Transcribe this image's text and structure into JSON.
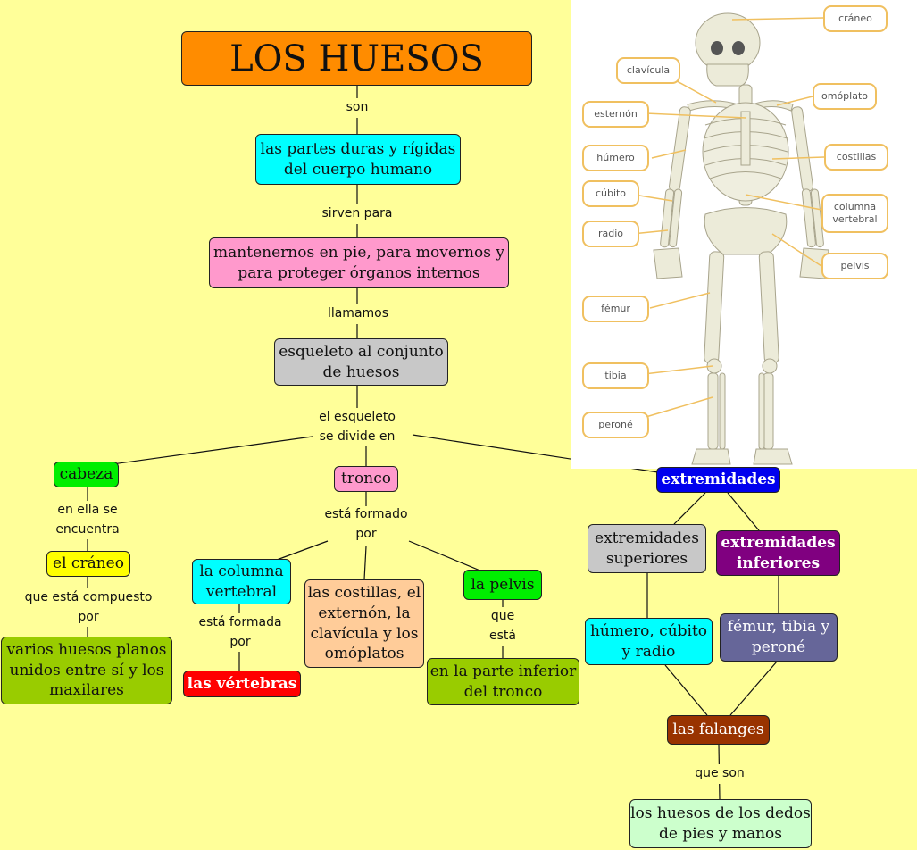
{
  "title": "LOS HUESOS",
  "links": {
    "son": "son",
    "sirven": "sirven para",
    "llamamos": "llamamos",
    "divide": "el esqueleto se divide en",
    "en_ella": "en ella se encuentra",
    "compuesto": "que está compuesto por",
    "formado": "está formado por",
    "formada": "está formada por",
    "que_esta": "que está",
    "que_son": "que son"
  },
  "nodes": {
    "partes": "las partes duras y rígidas del cuerpo humano",
    "funcion": "mantenernos en pie, para movernos y para proteger órganos internos",
    "esqueleto": "esqueleto al conjunto de huesos",
    "cabeza": "cabeza",
    "craneo": "el cráneo",
    "planos": "varios huesos planos unidos entre sí y los maxilares",
    "tronco": "tronco",
    "columna": "la columna vertebral",
    "vertebras": "las vértebras",
    "costillas": "las costillas, el externón, la clavícula y los omóplatos",
    "pelvis": "la pelvis",
    "inferior_tronco": "en la parte inferior del tronco",
    "extremidades": "extremidades",
    "superiores": "extremidades superiores",
    "inferiores": "extremidades inferiores",
    "humero": "húmero, cúbito y radio",
    "femur": "fémur, tibia y peroné",
    "falanges": "las falanges",
    "dedos": "los huesos de los dedos de pies y manos"
  },
  "skeleton_labels": {
    "craneo": "cráneo",
    "clavicula": "clavícula",
    "omoplato": "omóplato",
    "esternon": "esternón",
    "humero": "húmero",
    "costillas": "costillas",
    "cubito": "cúbito",
    "columna": "columna vertebral",
    "radio": "radio",
    "pelvis": "pelvis",
    "femur": "fémur",
    "tibia": "tibia",
    "perone": "peroné"
  },
  "colors": {
    "background": "#ffff99",
    "title": "#ff8c00",
    "cyan": "#00ffff",
    "pink": "#ff99cc",
    "gray": "#c8c8c8",
    "green": "#00ee00",
    "yellow": "#ffff00",
    "olive": "#99cc00",
    "red": "#ff0000",
    "peach": "#ffcc99",
    "blue": "#0000ee",
    "purple": "#800080",
    "slate": "#666699",
    "brown": "#993300",
    "mint": "#ccffcc"
  }
}
